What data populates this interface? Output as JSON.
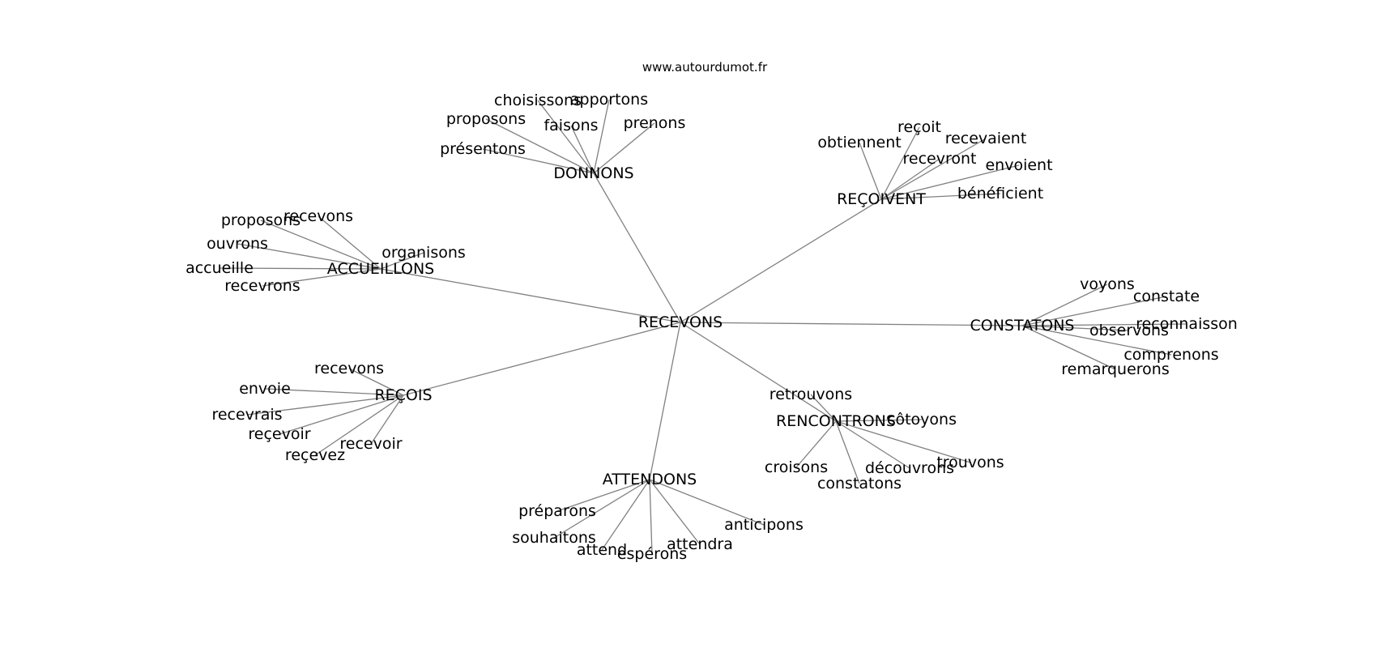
{
  "source": "www.autourdumot.fr",
  "colors": {
    "edge": "#808080",
    "text": "#000000",
    "background": "#ffffff"
  },
  "root": "RECEVONS",
  "clusters": [
    {
      "name": "DONNONS",
      "words": [
        "choisissons",
        "apportons",
        "proposons",
        "faisons",
        "prenons",
        "présentons"
      ]
    },
    {
      "name": "REÇOIVENT",
      "words": [
        "reçoit",
        "obtiennent",
        "recevaient",
        "recevront",
        "envoient",
        "bénéficient"
      ]
    },
    {
      "name": "ACCUEILLONS",
      "words": [
        "recevons",
        "proposons",
        "ouvrons",
        "organisons",
        "accueille",
        "recevrons"
      ]
    },
    {
      "name": "CONSTATONS",
      "words": [
        "voyons",
        "constate",
        "reconnaisson",
        "observons",
        "comprenons",
        "remarquerons"
      ]
    },
    {
      "name": "REÇOIS",
      "words": [
        "recevons",
        "envoie",
        "recevrais",
        "reçevoir",
        "recevoir",
        "reçevez"
      ]
    },
    {
      "name": "RENCONTRONS",
      "words": [
        "retrouvons",
        "côtoyons",
        "croisons",
        "trouvons",
        "découvrons",
        "constatons"
      ]
    },
    {
      "name": "ATTENDONS",
      "words": [
        "préparons",
        "souhaitons",
        "anticipons",
        "attend",
        "attendra",
        "espérons"
      ]
    }
  ]
}
